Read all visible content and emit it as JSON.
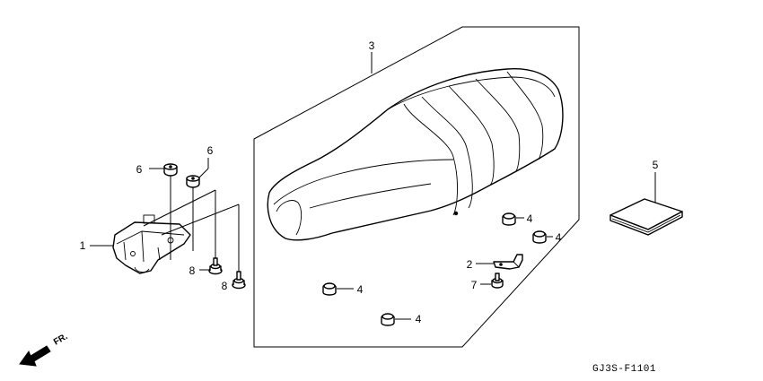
{
  "diagram": {
    "drawing_code": "GJ3S-F1101",
    "direction_label": "FR.",
    "callouts": [
      {
        "id": "c3",
        "label": "3"
      },
      {
        "id": "c6a",
        "label": "6"
      },
      {
        "id": "c6b",
        "label": "6"
      },
      {
        "id": "c1",
        "label": "1"
      },
      {
        "id": "c8a",
        "label": "8"
      },
      {
        "id": "c8b",
        "label": "8"
      },
      {
        "id": "c5",
        "label": "5"
      },
      {
        "id": "c4a",
        "label": "4"
      },
      {
        "id": "c4b",
        "label": "4"
      },
      {
        "id": "c2",
        "label": "2"
      },
      {
        "id": "c7",
        "label": "7"
      },
      {
        "id": "c4c",
        "label": "4"
      },
      {
        "id": "c4d",
        "label": "4"
      }
    ]
  }
}
